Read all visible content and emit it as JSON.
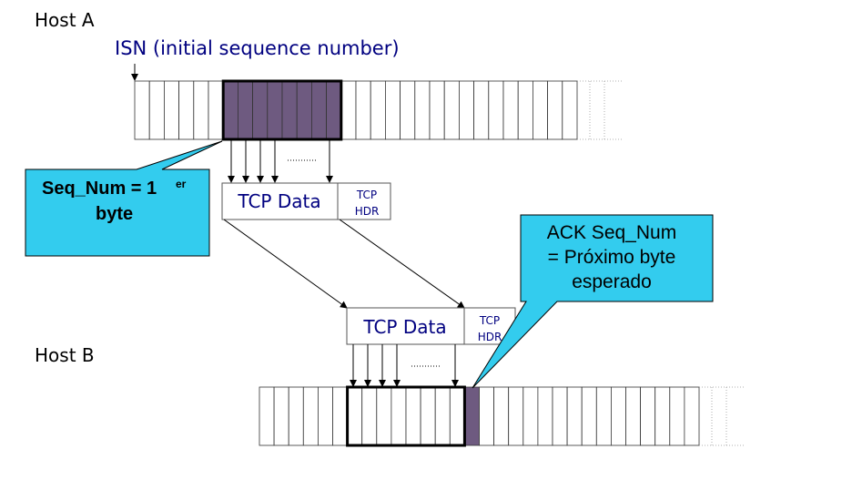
{
  "host_a": {
    "label": "Host A"
  },
  "host_b": {
    "label": "Host B"
  },
  "isn": {
    "label": "ISN (initial sequence number)"
  },
  "seq_callout": {
    "line1": "Seq_Num = 1",
    "sup": "er",
    "line2": "byte"
  },
  "ack_callout": {
    "line1": "ACK Seq_Num",
    "line2": "= Próximo byte",
    "line3": "esperado"
  },
  "segment_top": {
    "data_label": "TCP Data",
    "hdr_line1": "TCP",
    "hdr_line2": "HDR"
  },
  "segment_bottom": {
    "data_label": "TCP Data",
    "hdr_line1": "TCP",
    "hdr_line2": "HDR"
  },
  "colors": {
    "segment_fill": "#6e5a80",
    "callout_fill": "#33ccee",
    "text_blue": "#000080"
  }
}
